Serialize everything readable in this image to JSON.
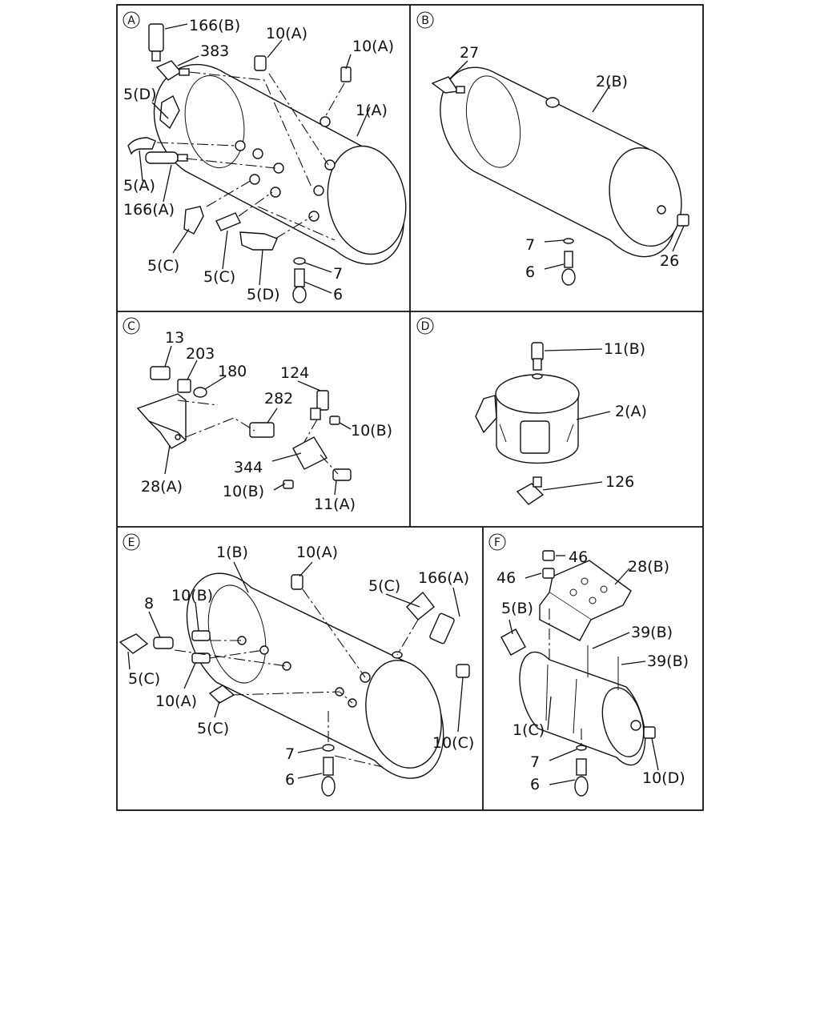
{
  "diagram": {
    "panels": [
      {
        "letter": "A",
        "labels": [
          "166(B)",
          "383",
          "5(D)",
          "5(A)",
          "166(A)",
          "5(C)",
          "5(C)",
          "5(D)",
          "10(A)",
          "10(A)",
          "1(A)",
          "7",
          "6"
        ]
      },
      {
        "letter": "B",
        "labels": [
          "27",
          "2(B)",
          "7",
          "6",
          "26"
        ]
      },
      {
        "letter": "C",
        "labels": [
          "13",
          "203",
          "180",
          "124",
          "282",
          "10(B)",
          "28(A)",
          "344",
          "10(B)",
          "11(A)"
        ]
      },
      {
        "letter": "D",
        "labels": [
          "11(B)",
          "2(A)",
          "126"
        ]
      },
      {
        "letter": "E",
        "labels": [
          "1(B)",
          "10(A)",
          "5(C)",
          "166(A)",
          "10(B)",
          "8",
          "5(C)",
          "10(A)",
          "5(C)",
          "10(C)",
          "7",
          "6"
        ]
      },
      {
        "letter": "F",
        "labels": [
          "46",
          "46",
          "28(B)",
          "5(B)",
          "39(B)",
          "39(B)",
          "1(C)",
          "7",
          "6",
          "10(D)"
        ]
      }
    ]
  }
}
